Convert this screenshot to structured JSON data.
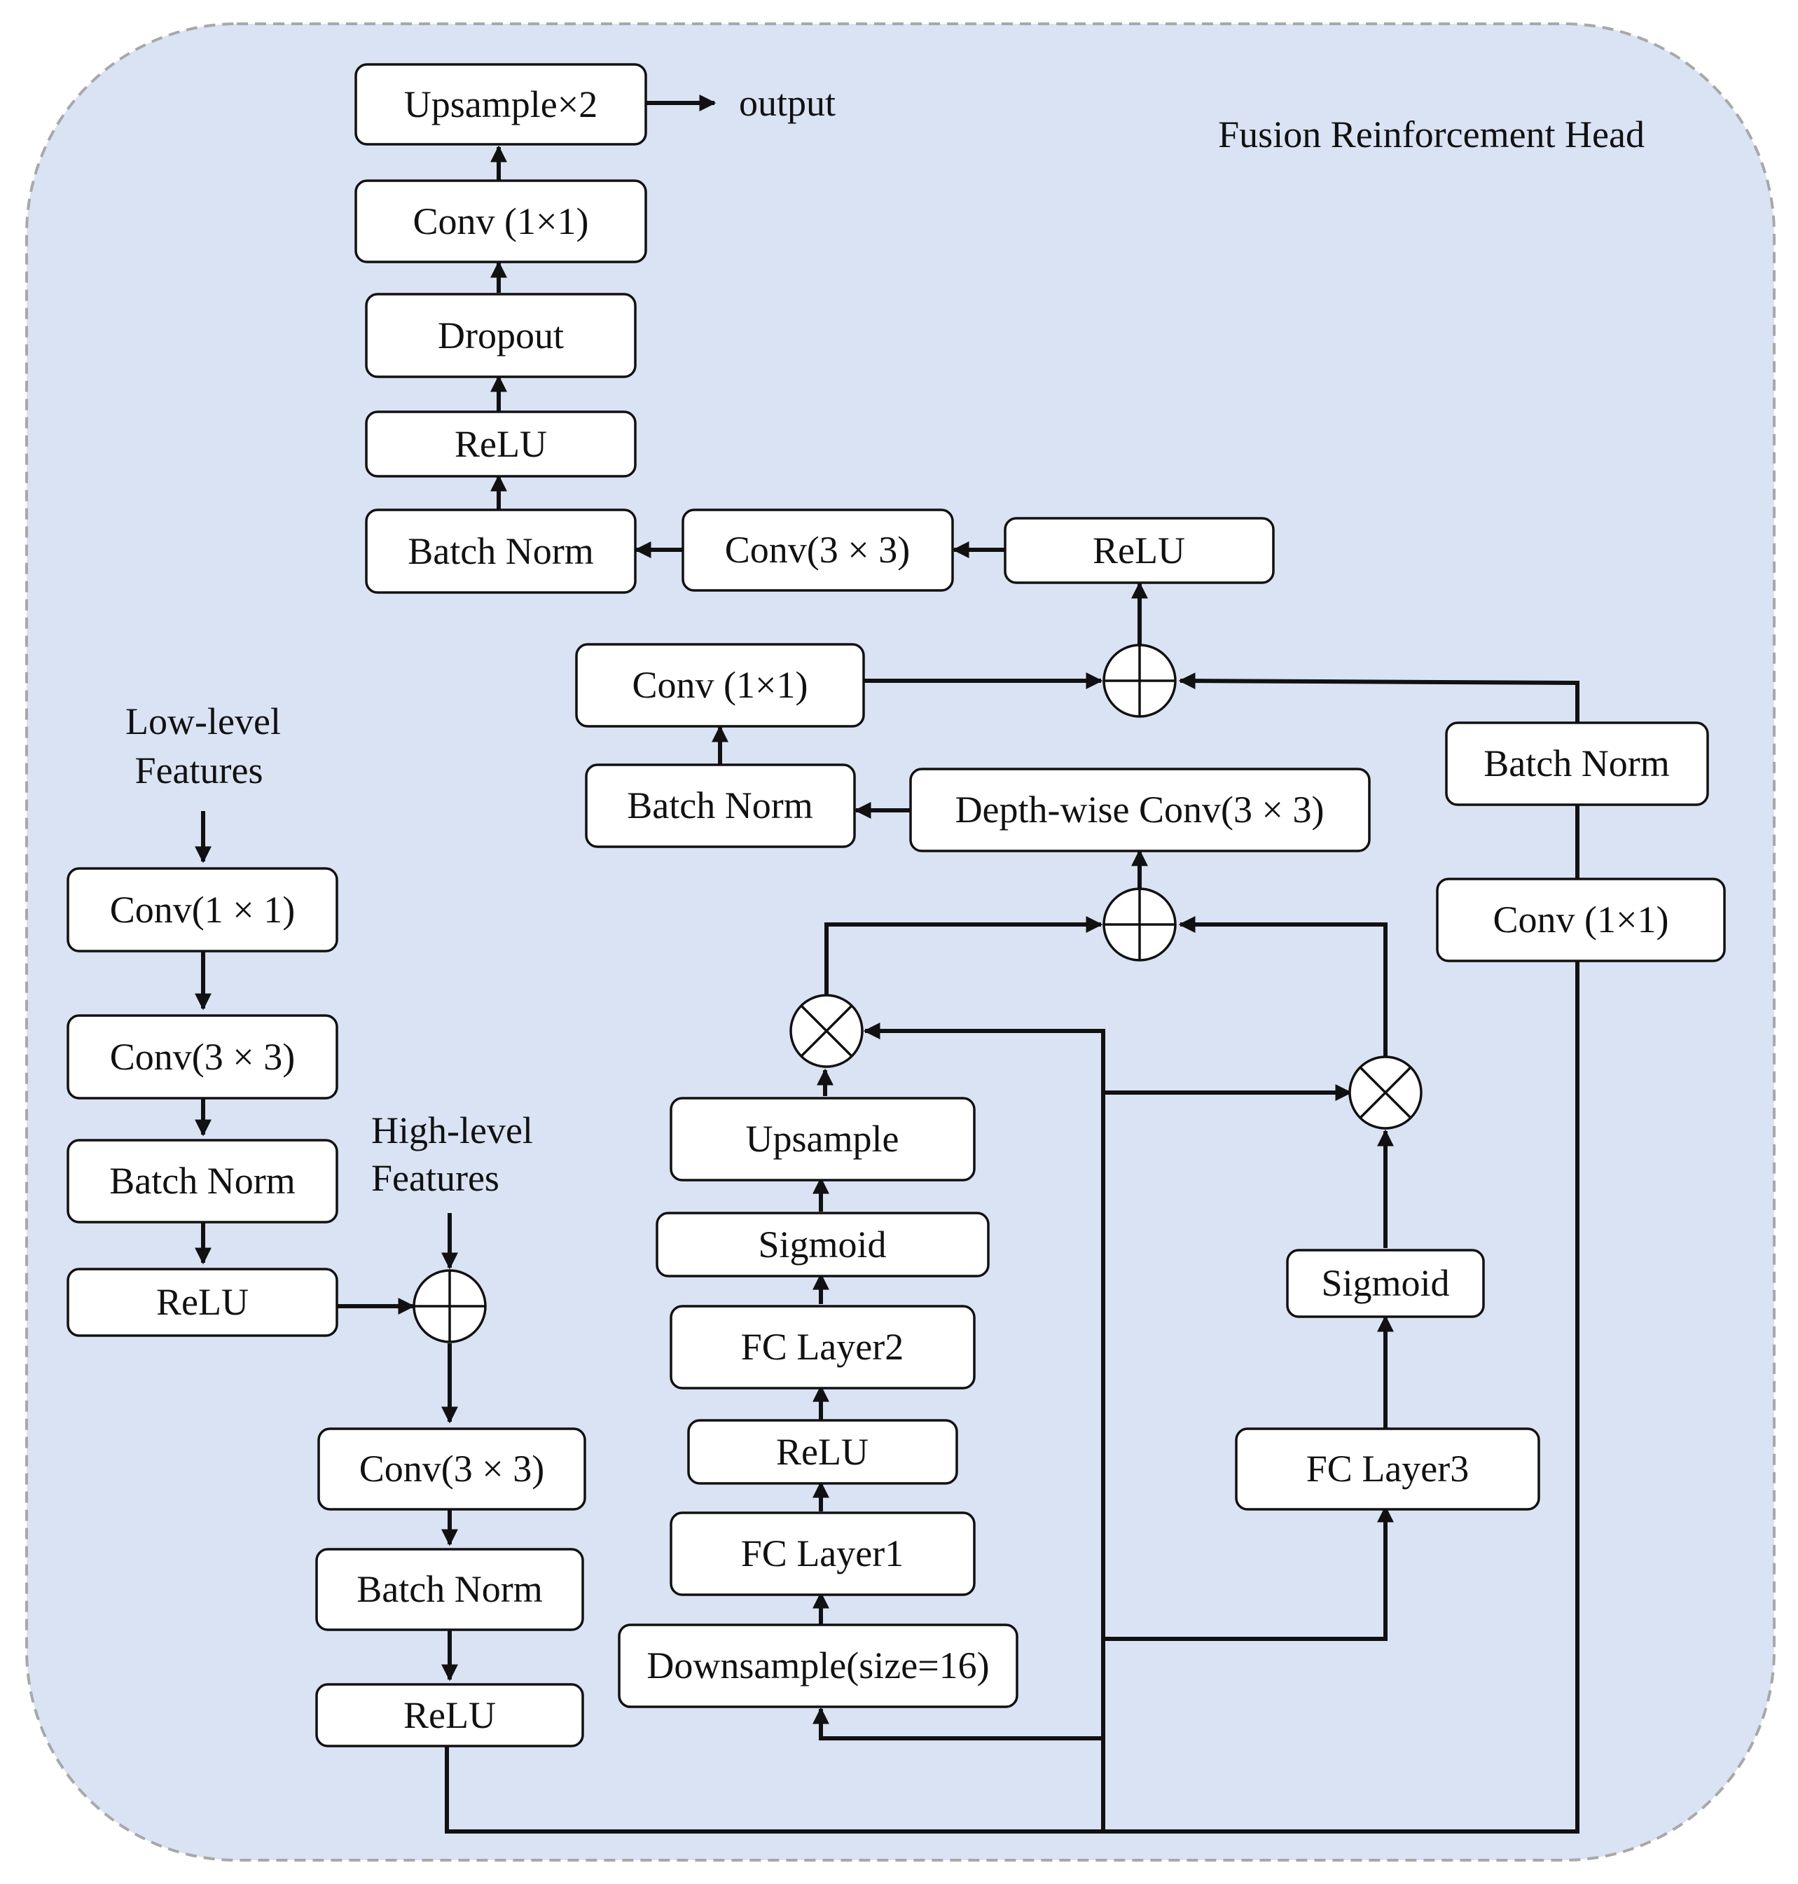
{
  "title": "Fusion Reinforcement Head",
  "inputs": {
    "low_level": [
      "Low-level",
      "Features"
    ],
    "high_level": [
      "High-level",
      "Features"
    ]
  },
  "output_label": "output",
  "blocks": {
    "upsample_x2": "Upsample×2",
    "conv1x1_top": "Conv (1×1)",
    "dropout": "Dropout",
    "relu_top": "ReLU",
    "batchnorm_top": "Batch Norm",
    "conv3x3_top": "Conv(3 × 3)",
    "relu_mid": "ReLU",
    "conv1x1_mid": "Conv (1×1)",
    "batchnorm_mid": "Batch Norm",
    "depthwise_conv": "Depth-wise Conv(3 × 3)",
    "batchnorm_right": "Batch Norm",
    "conv1x1_right": "Conv (1×1)",
    "low_conv1x1": "Conv(1 × 1)",
    "low_conv3x3": "Conv(3 × 3)",
    "low_batchnorm": "Batch Norm",
    "low_relu": "ReLU",
    "fuse_conv3x3": "Conv(3 × 3)",
    "fuse_batchnorm": "Batch Norm",
    "fuse_relu": "ReLU",
    "upsample": "Upsample",
    "sigmoid_left": "Sigmoid",
    "fc_layer2": "FC Layer2",
    "relu_fc": "ReLU",
    "fc_layer1": "FC Layer1",
    "downsample": "Downsample(size=16)",
    "sigmoid_right": "Sigmoid",
    "fc_layer3": "FC Layer3"
  },
  "colors": {
    "panel_fill": "#dae3f3",
    "panel_border": "#a8a8a8",
    "box_fill": "#ffffff",
    "stroke": "#111111"
  }
}
